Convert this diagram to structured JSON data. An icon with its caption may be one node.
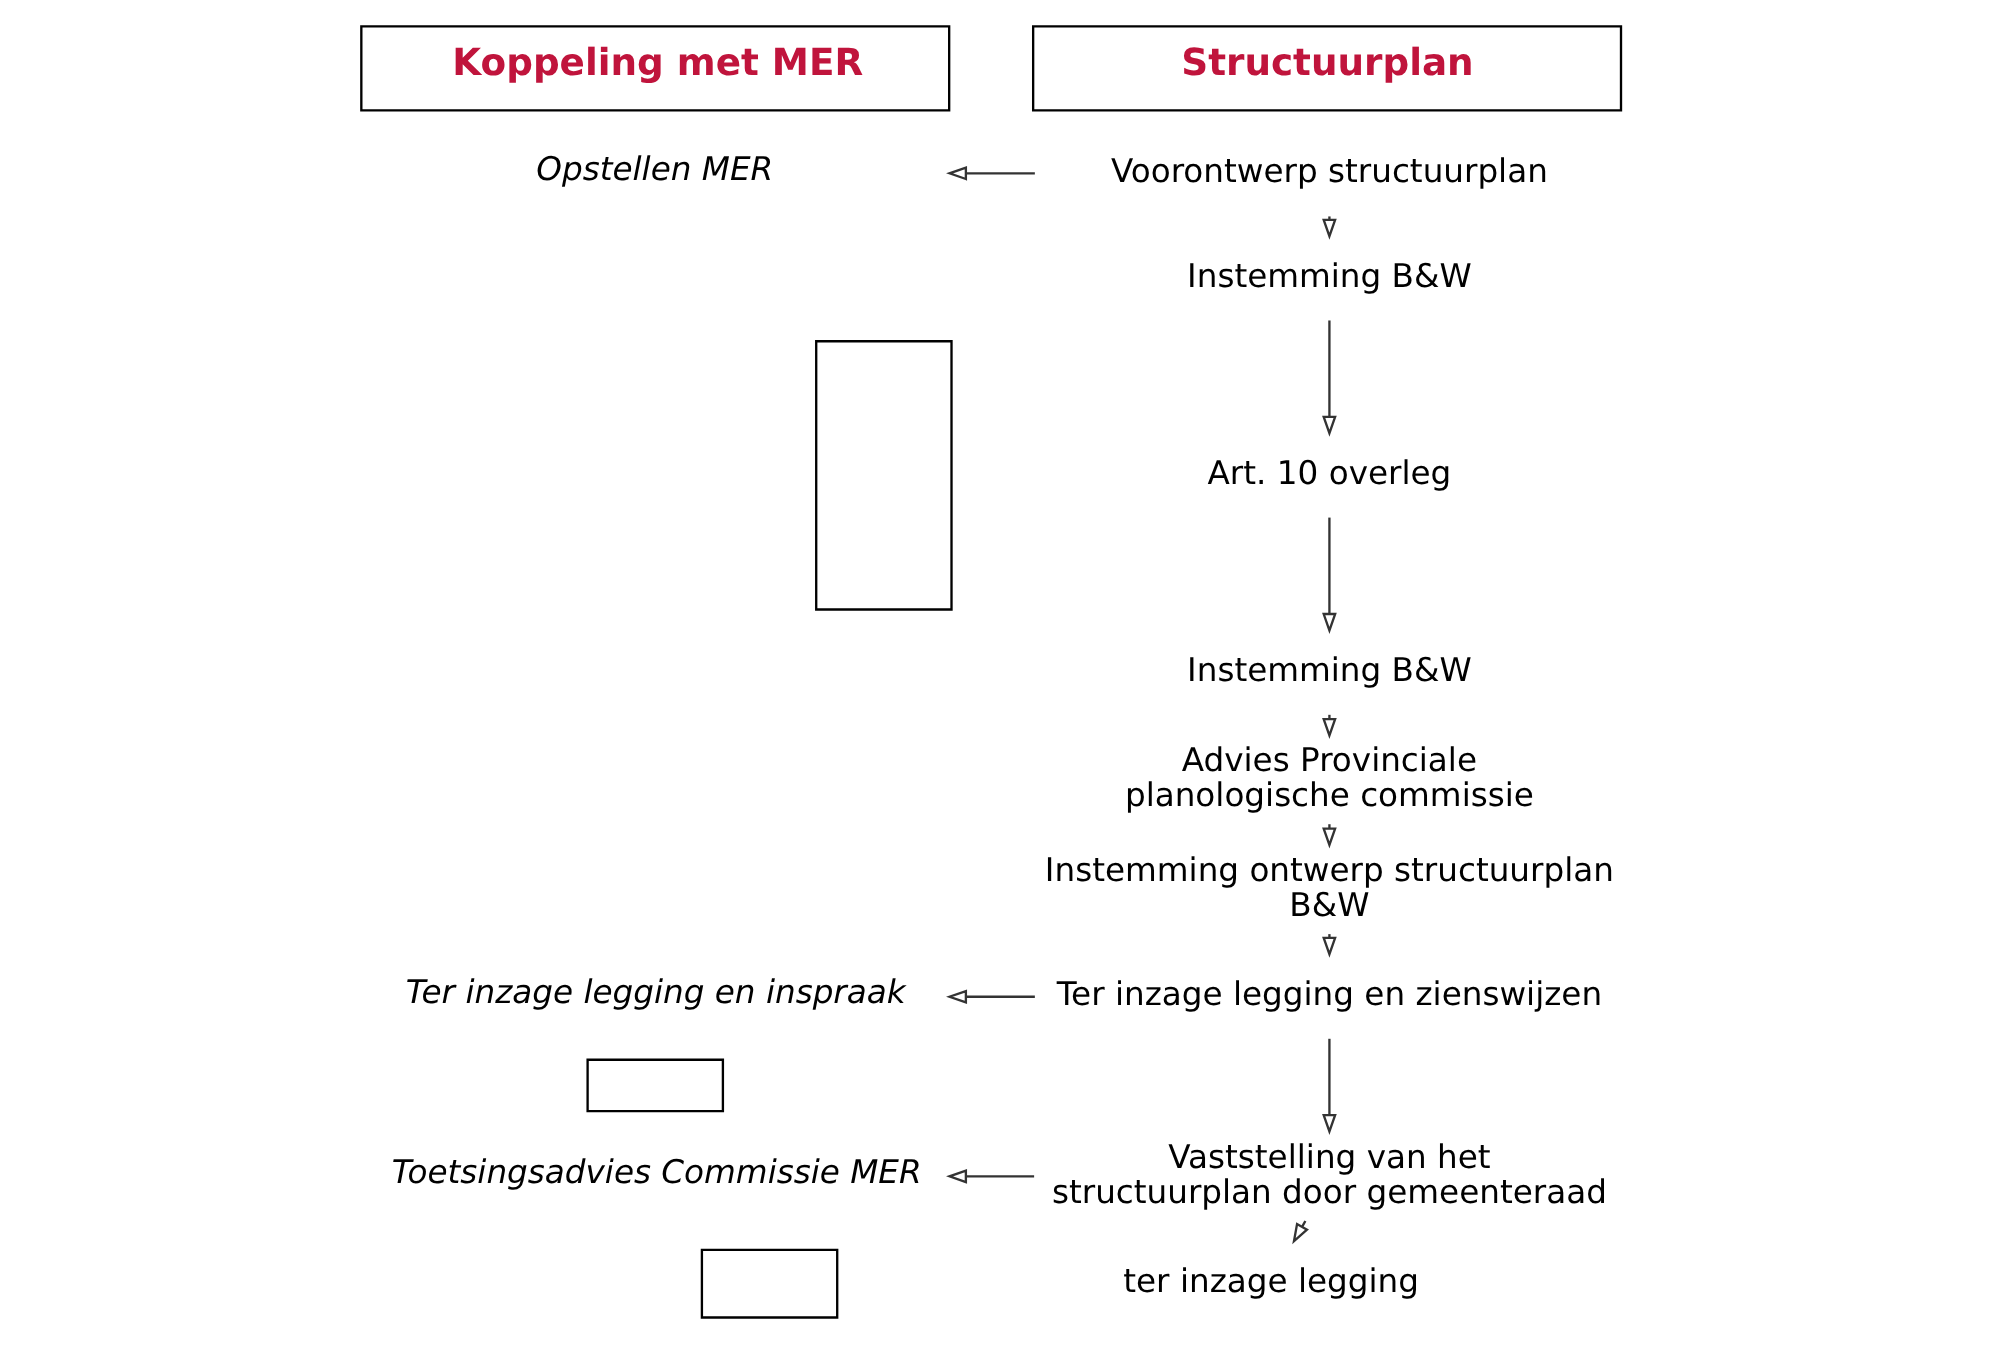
{
  "diagram": {
    "nodes": [
      {
        "text": [
          "Koppeling met MER"
        ]
      },
      {
        "text": [
          "Structuurplan"
        ]
      },
      {
        "text": [
          "Opstellen MER"
        ]
      },
      {
        "text": [
          "Voorontwerp structuurplan"
        ]
      },
      {
        "text": [],
        "shape": "box"
      },
      {
        "text": [
          "Instemming B&W"
        ]
      },
      {
        "text": [
          "Art. 10 overleg"
        ]
      },
      {
        "text": [
          "Instemming B&W"
        ]
      },
      {
        "text": [
          "Advies Provinciale planologische commissie"
        ]
      },
      {
        "text": [
          "Instemming ontwerp structuurplan B&W"
        ]
      },
      {
        "text": [
          "Ter inzage legging en inspraak"
        ]
      },
      {
        "text": [
          "Ter inzage legging en zienswijzen"
        ]
      },
      {
        "text": [],
        "shape": "box"
      },
      {
        "text": [
          "Toetsingsadvies Commissie MER"
        ]
      },
      {
        "text": [
          "Vaststelling van het structuurplan door gemeenteraad"
        ]
      },
      {
        "text": [],
        "shape": "box"
      },
      {
        "text": [
          "ter inzage legging"
        ]
      }
    ],
    "edges": [
      {
        "from": 3,
        "to": 2,
        "arrow": "to"
      },
      {
        "from": 3,
        "to": 5,
        "arrow": "to"
      },
      {
        "from": 5,
        "to": 6,
        "arrow": "to"
      },
      {
        "from": 6,
        "to": 7,
        "arrow": "to"
      },
      {
        "from": 7,
        "to": 8,
        "arrow": "to"
      },
      {
        "from": 8,
        "to": 9,
        "arrow": "to"
      },
      {
        "from": 9,
        "to": 11,
        "arrow": "to"
      },
      {
        "from": 11,
        "to": 10,
        "arrow": "to"
      },
      {
        "from": 11,
        "to": 14,
        "arrow": "to"
      },
      {
        "from": 14,
        "to": 13,
        "arrow": "to"
      },
      {
        "from": 14,
        "to": 16,
        "arrow": "to"
      }
    ]
  }
}
